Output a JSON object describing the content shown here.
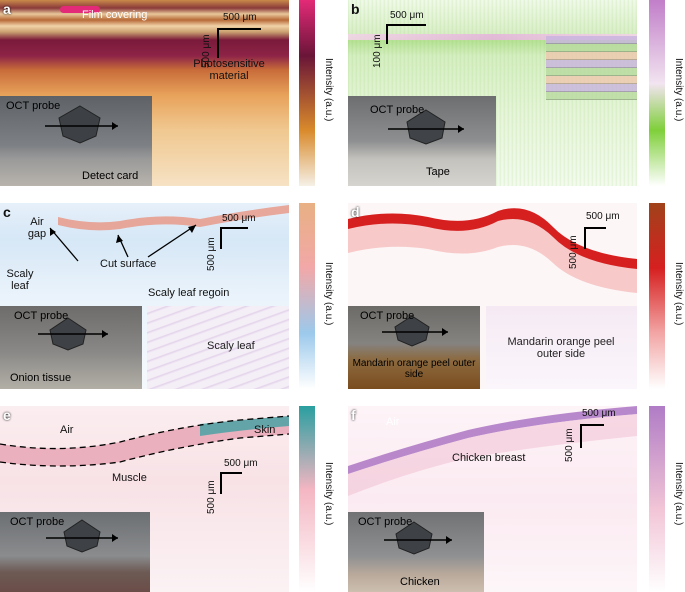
{
  "colorbar_label": "Intensity (a.u.)",
  "probe_label": "OCT probe",
  "panels": {
    "a": {
      "letter": "a",
      "film": "Film covering",
      "photosensitive": "Photosensitive material",
      "scale_h": "500 μm",
      "scale_v": "500 μm",
      "inset": "Detect card",
      "colors": [
        "#f5f0e6",
        "#d98a2b",
        "#6a1538",
        "#e32a78"
      ]
    },
    "b": {
      "letter": "b",
      "scale_h": "500 μm",
      "scale_v": "100 μm",
      "inset": "Tape",
      "colors": [
        "#ffffff",
        "#7fcf3a",
        "#f2e4f0",
        "#c17ec9"
      ]
    },
    "c": {
      "letter": "c",
      "air_gap": "Air gap",
      "cut_surface": "Cut surface",
      "scaly_leaf_left": "Scaly leaf",
      "region": "Scaly leaf regoin",
      "scale_h": "500 μm",
      "scale_v": "500 μm",
      "inset_left": "Onion tissue",
      "inset_right": "Scaly leaf",
      "colors": [
        "#ffffff",
        "#9cc9ec",
        "#f2a8a8",
        "#e8b083"
      ]
    },
    "d": {
      "letter": "d",
      "scale_h": "500 μm",
      "scale_v": "500 μm",
      "inset_left": "Mandarin orange peel outer side",
      "inset_right": "Mandarin orange peel outer side",
      "colors": [
        "#ffffff",
        "#f3a5a5",
        "#d62020",
        "#a0421a"
      ]
    },
    "e": {
      "letter": "e",
      "air": "Air",
      "skin": "Skin",
      "muscle": "Muscle",
      "scale_h": "500 μm",
      "scale_v": "500 μm",
      "colors": [
        "#ffffff",
        "#f4b6c2",
        "#2a9fa0"
      ]
    },
    "f": {
      "letter": "f",
      "air": "Air",
      "tissue": "Chicken breast",
      "inset": "Chicken",
      "scale_h": "500 μm",
      "scale_v": "500 μm",
      "colors": [
        "#ffffff",
        "#f2c4d6",
        "#b07cc6"
      ]
    }
  }
}
